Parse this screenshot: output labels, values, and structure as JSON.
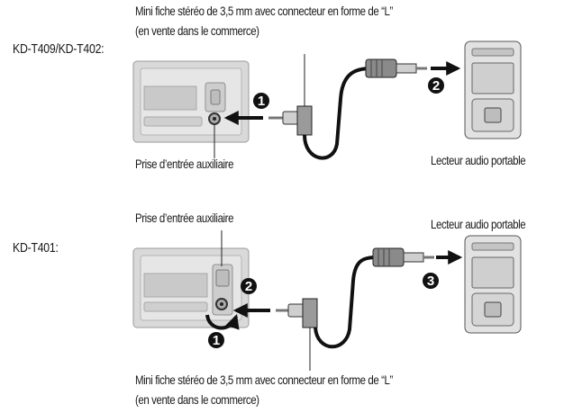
{
  "top": {
    "model_label": "KD-T409/KD-T402:",
    "plug_caption_line1": "Mini fiche stéréo de 3,5 mm avec connecteur en forme de “L”",
    "plug_caption_line2": "(en vente dans le commerce)",
    "aux_jack_label": "Prise d’entrée auxiliaire",
    "player_label": "Lecteur audio portable",
    "step_numbers": [
      "1",
      "2"
    ]
  },
  "bottom": {
    "model_label": "KD-T401:",
    "aux_jack_label": "Prise d’entrée auxiliaire",
    "player_label": "Lecteur audio portable",
    "plug_caption_line1": "Mini fiche stéréo de 3,5 mm avec connecteur en forme de “L”",
    "plug_caption_line2": "(en vente dans le commerce)",
    "step_numbers": [
      "1",
      "2",
      "3"
    ]
  }
}
